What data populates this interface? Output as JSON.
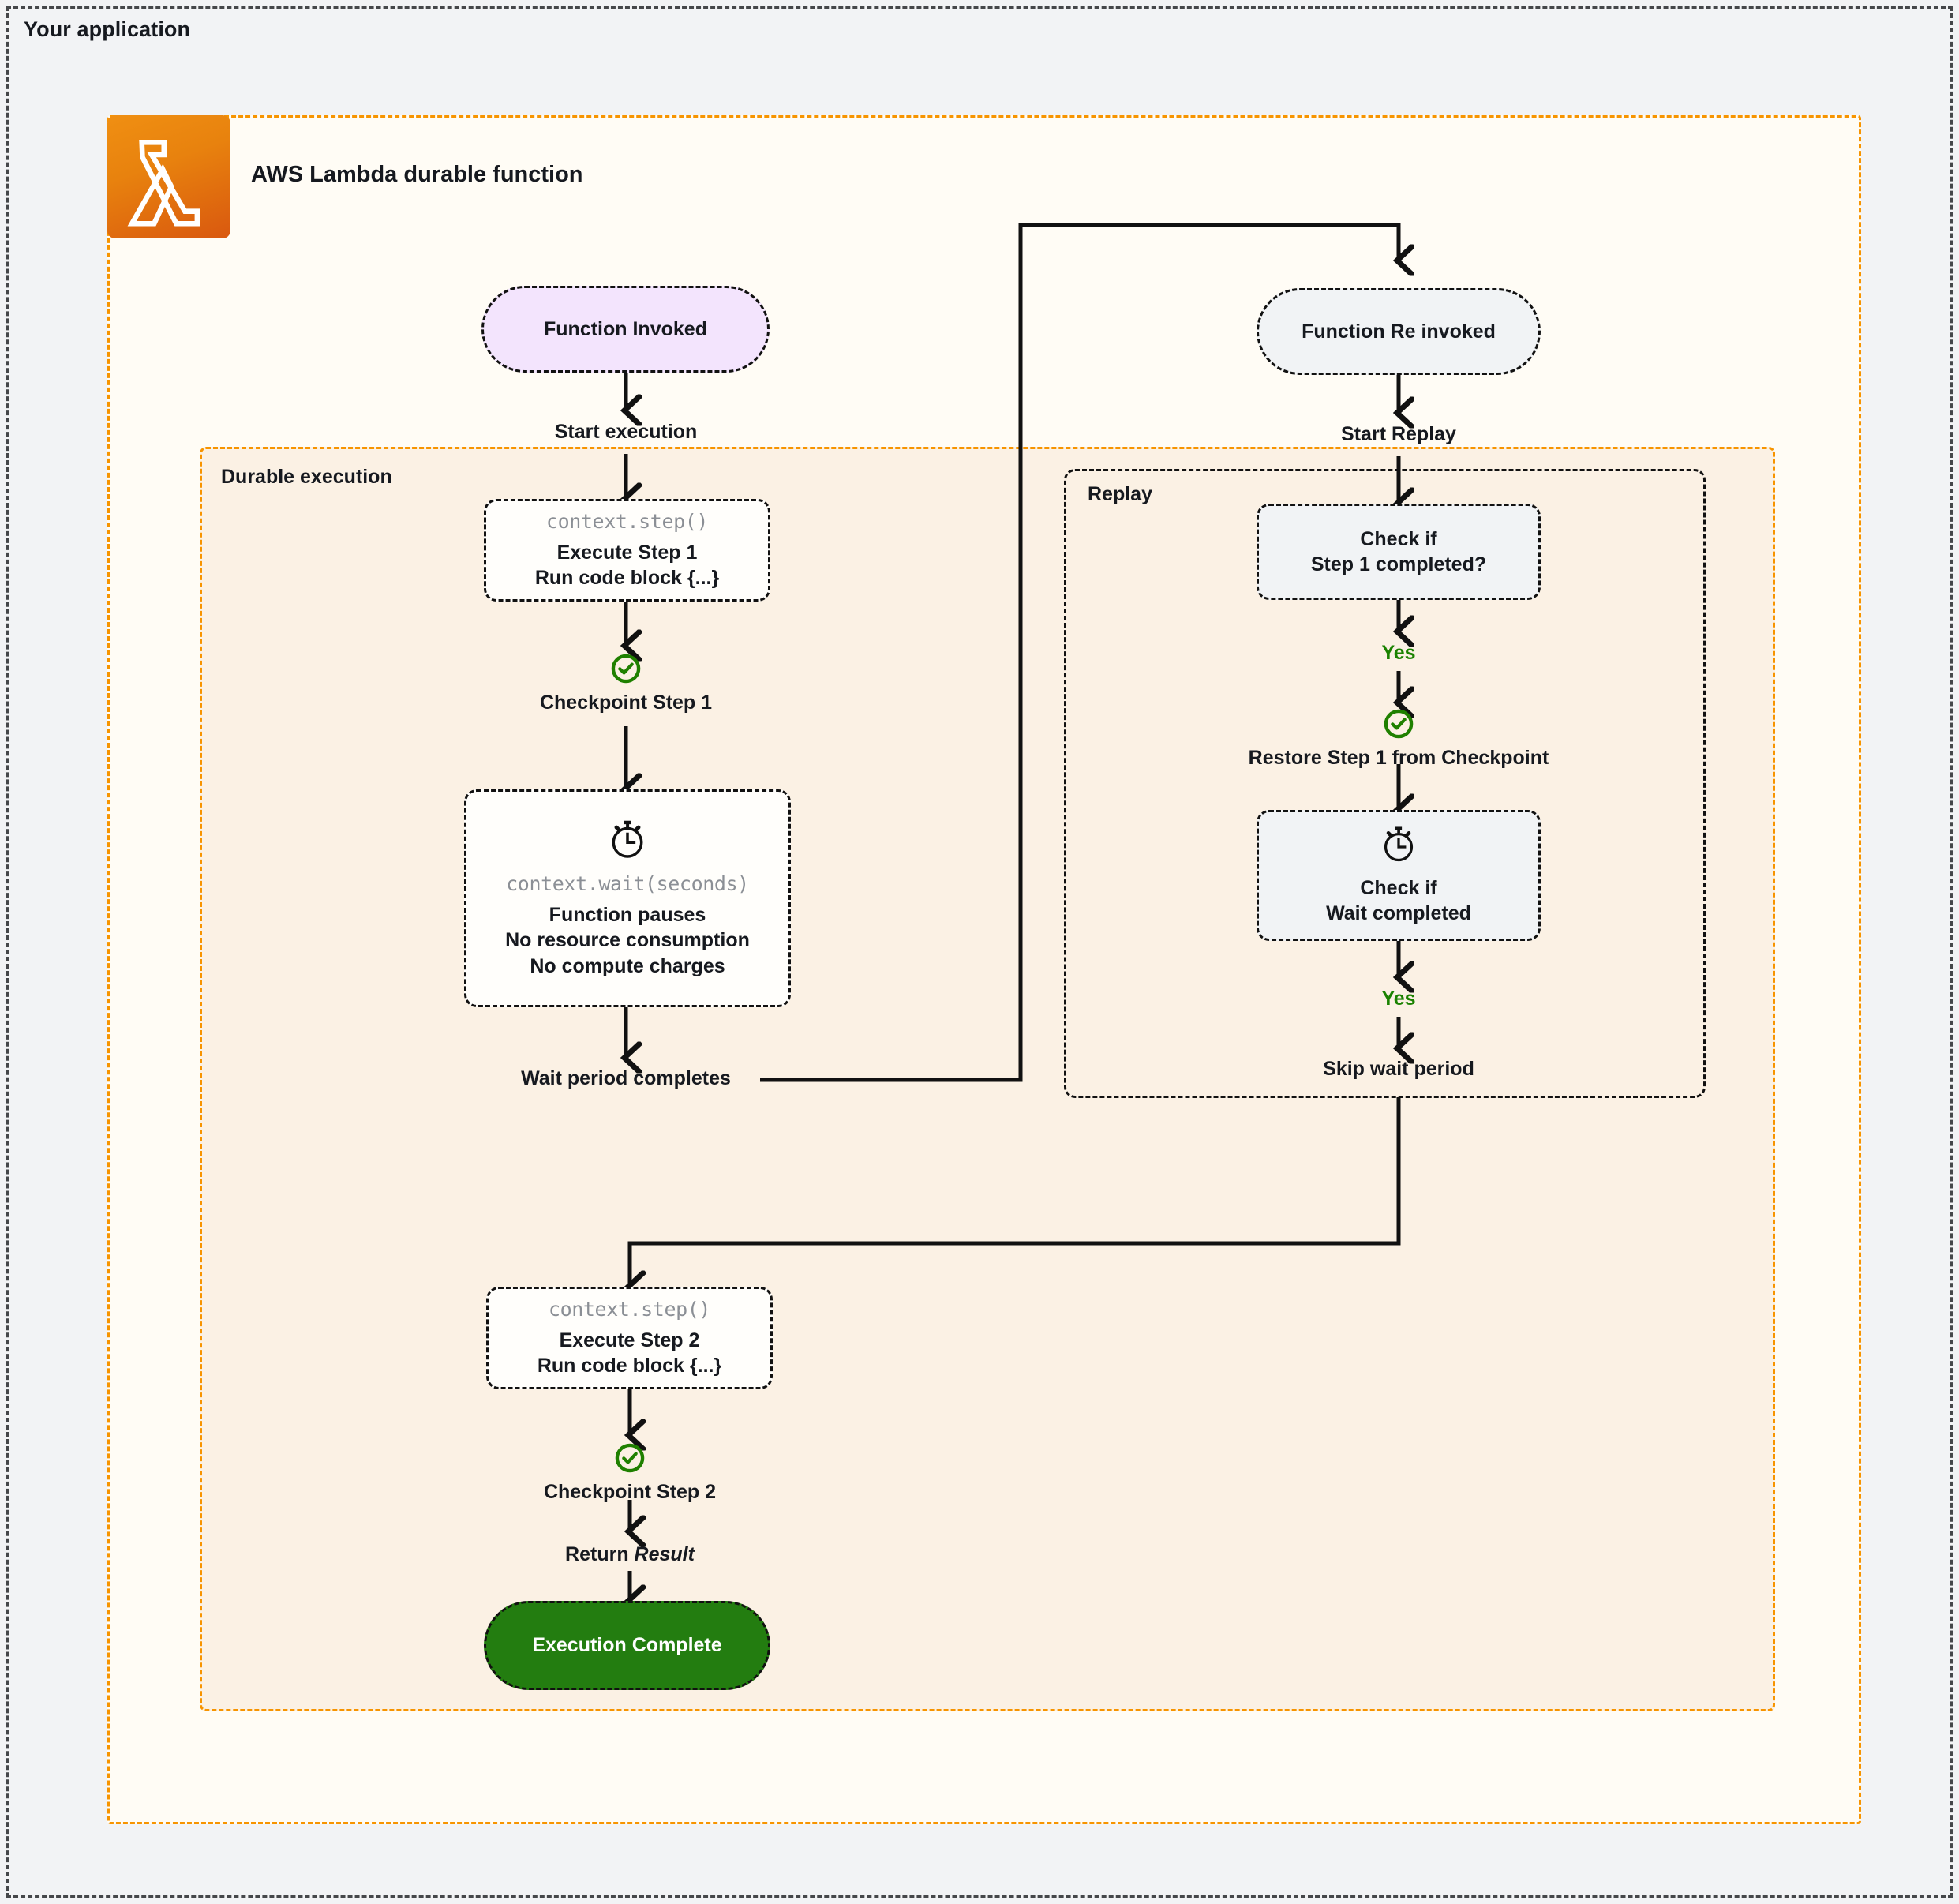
{
  "app": {
    "title": "Your application"
  },
  "lambda": {
    "label": "AWS Lambda durable function",
    "icon": "aws-lambda-icon",
    "accent_color": "#f79400",
    "icon_gradient_from": "#f08f12",
    "icon_gradient_to": "#d9580f"
  },
  "regions": {
    "durable": {
      "label": "Durable execution",
      "fill": "#fbf1e4",
      "border": "#f79400"
    },
    "replay": {
      "label": "Replay",
      "border": "#111111"
    }
  },
  "colors": {
    "start_node": "#f3e4fd",
    "replay_node": "#f1f3f5",
    "step_node": "#fffefb",
    "complete_node": "#237d10",
    "checkpoint_green": "#1f8000",
    "yes_green": "#1a8200",
    "code_grey": "#8b8f95"
  },
  "nodes": {
    "function_invoked": {
      "label": "Function Invoked"
    },
    "function_reinvoked": {
      "label": "Function Re invoked"
    },
    "execute_step_1": {
      "code": "context.step()",
      "line1": "Execute Step 1",
      "line2": "Run code block {...}"
    },
    "checkpoint_step_1": {
      "label": "Checkpoint Step 1",
      "icon": "check-circle-icon"
    },
    "wait_node": {
      "icon": "stopwatch-icon",
      "code": "context.wait(seconds)",
      "line1": "Function pauses",
      "line2": "No resource consumption",
      "line3": "No compute charges"
    },
    "wait_complete": {
      "label": "Wait period completes"
    },
    "check_step_1": {
      "line1": "Check if",
      "line2": "Step 1 completed?"
    },
    "restore_step_1": {
      "label": "Restore Step 1 from Checkpoint",
      "icon": "check-circle-icon"
    },
    "check_wait": {
      "icon": "stopwatch-icon",
      "line1": "Check if",
      "line2": "Wait completed"
    },
    "skip_wait": {
      "label": "Skip wait period"
    },
    "execute_step_2": {
      "code": "context.step()",
      "line1": "Execute Step 2",
      "line2": "Run code block {...}"
    },
    "checkpoint_step_2": {
      "label": "Checkpoint Step 2",
      "icon": "check-circle-icon"
    },
    "return_result": {
      "prefix": "Return ",
      "italic": "Result"
    },
    "execution_complete": {
      "label": "Execution Complete"
    }
  },
  "edges": {
    "start_execution": "Start execution",
    "start_replay": "Start Replay",
    "yes_step1": "Yes",
    "yes_wait": "Yes"
  }
}
